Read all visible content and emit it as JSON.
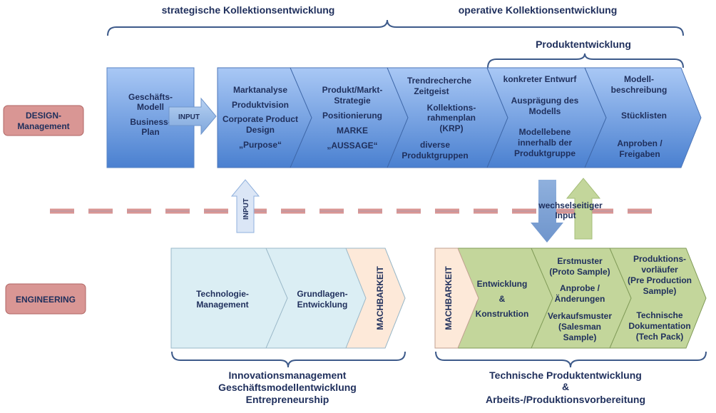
{
  "headers": {
    "strategic": "strategische Kollektionsentwicklung",
    "operative": "operative Kollektionsentwicklung",
    "product_dev": "Produktentwicklung"
  },
  "labels": {
    "design": [
      "DESIGN-",
      "Management"
    ],
    "engineering": "ENGINEERING"
  },
  "design_row": {
    "business_box": [
      "Geschäfts-",
      "Modell",
      "Business-",
      "Plan"
    ],
    "input_arrow": "INPUT",
    "stages": [
      [
        "Marktanalyse",
        "Produktvision",
        "Corporate Product",
        "Design",
        "„Purpose“"
      ],
      [
        "Produkt/Markt-",
        "Strategie",
        "Positionierung",
        "MARKE",
        "„AUSSAGE“"
      ],
      [
        "Trendrecherche",
        "Zeitgeist",
        "Kollektions-",
        "rahmenplan",
        "(KRP)",
        "diverse",
        "Produktgruppen"
      ],
      [
        "konkreter Entwurf",
        "Ausprägung des",
        "Modells",
        "Modellebene",
        "innerhalb der",
        "Produktgruppe"
      ],
      [
        "Modell-",
        "beschreibung",
        "Stücklisten",
        "Anproben /",
        "Freigaben"
      ]
    ]
  },
  "middle": {
    "input_up": "INPUT",
    "mutual": [
      "wechselseitiger",
      "Input"
    ]
  },
  "engineering_left": {
    "stages": [
      [
        "Technologie-",
        "Management"
      ],
      [
        "Grundlagen-",
        "Entwicklung"
      ],
      [
        "MACHBARKEIT"
      ]
    ],
    "caption": [
      "Innovationsmanagement",
      "Geschäftsmodellentwicklung",
      "Entrepreneurship"
    ]
  },
  "engineering_right": {
    "stages": [
      [
        "MACHBARKEIT"
      ],
      [
        "Entwicklung",
        "&",
        "Konstruktion"
      ],
      [
        "Erstmuster",
        "(Proto Sample)",
        "Anprobe /",
        "Änderungen",
        "Verkaufsmuster",
        "(Salesman",
        "Sample)"
      ],
      [
        "Produktions-",
        "vorläufer",
        "(Pre Production",
        "Sample)",
        "Technische",
        "Dokumentation",
        "(Tech Pack)"
      ]
    ],
    "caption": [
      "Technische Produktentwicklung",
      "&",
      "Arbeits-/Produktionsvorbereitung"
    ]
  },
  "colors": {
    "blue_top": "#a9c8f5",
    "blue_bottom": "#4a80d0",
    "light_blue": "#dbeef4",
    "peach": "#fde9d9",
    "green": "#c3d69b",
    "label_red": "#d99694",
    "text": "#1f2f5c"
  }
}
